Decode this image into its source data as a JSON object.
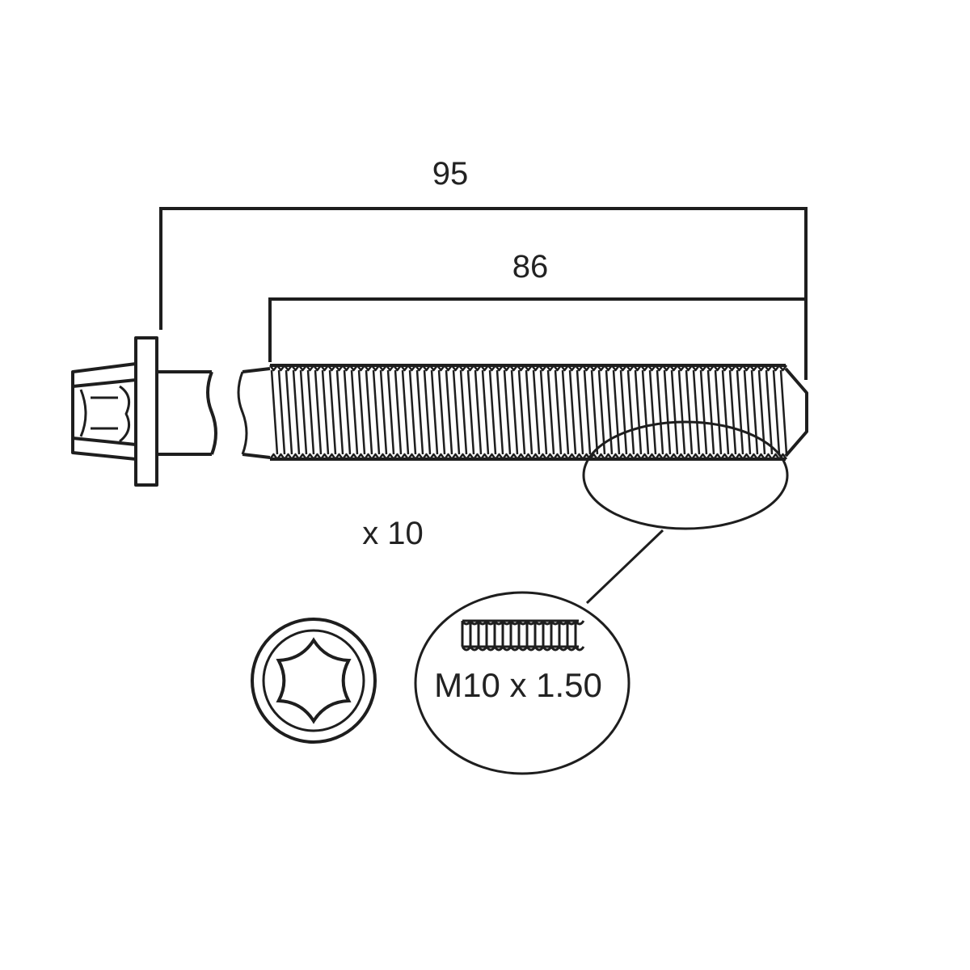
{
  "dimensions": {
    "overall_length": "95",
    "thread_length": "86"
  },
  "quantity": "x 10",
  "thread_spec": "M10 x 1.50",
  "icons": {
    "bolt": "flanged-hex-bolt-icon",
    "drive": "torx-drive-icon",
    "detail": "thread-detail-callout"
  },
  "colors": {
    "line": "#1e1e1e",
    "text": "#222222",
    "background": "#ffffff"
  }
}
